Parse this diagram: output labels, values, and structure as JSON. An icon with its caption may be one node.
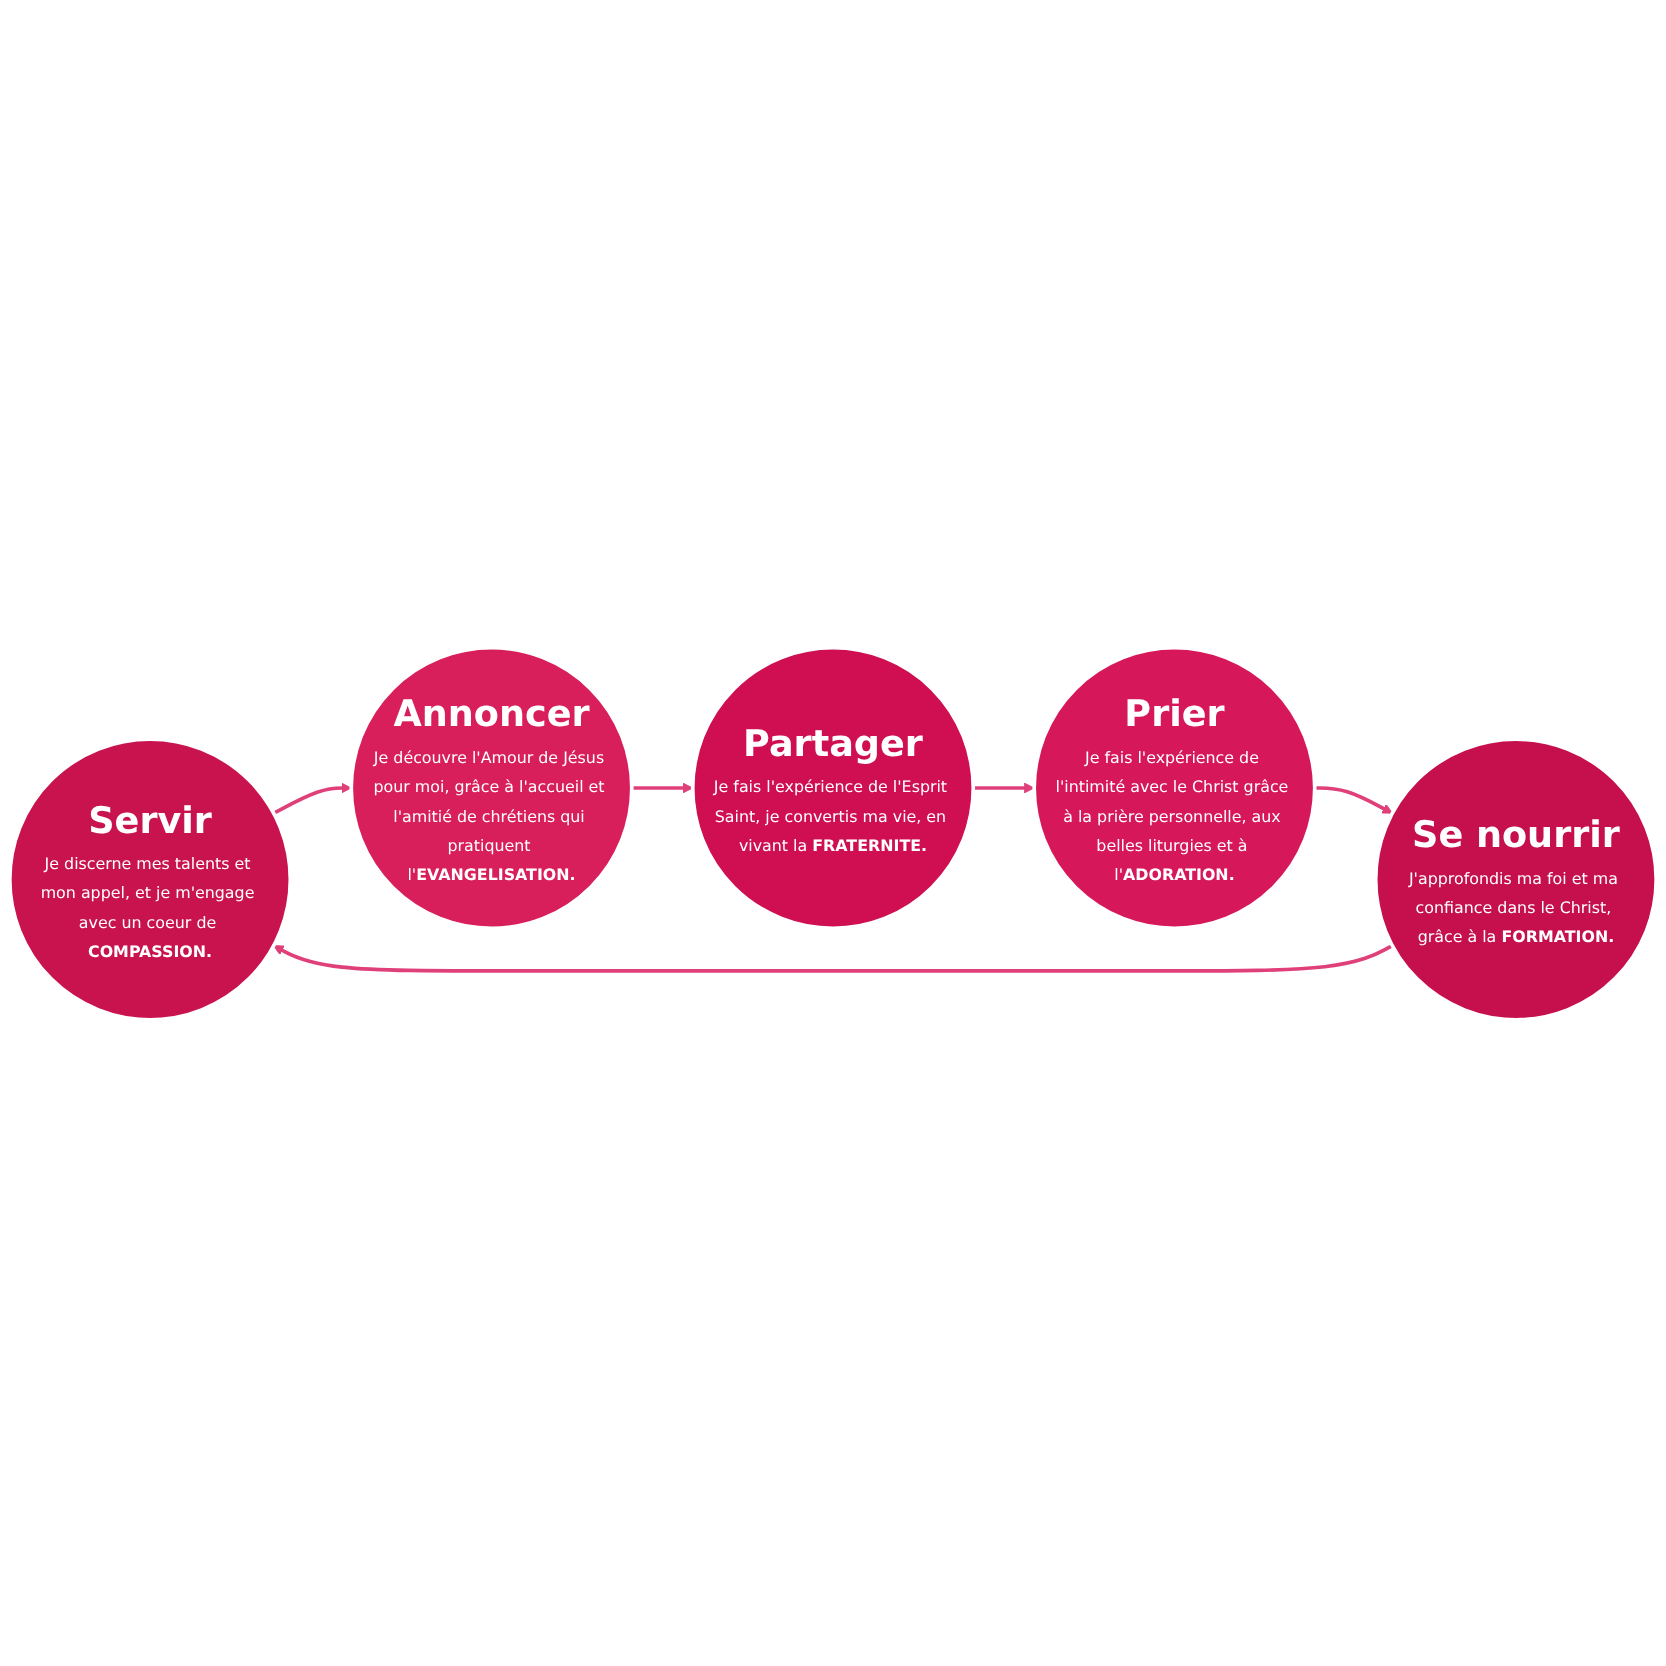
{
  "diagram": {
    "nodes": [
      {
        "text": [
          "Servir",
          "Je discerne mes talents et mon appel, et je m'engage avec un coeur de **COMPASSION.**"
        ]
      },
      {
        "text": [
          "Annoncer",
          "Je découvre l'Amour de Jésus pour moi, grâce à l'accueil et l'amitié de chrétiens qui pratiquent l'**EVANGELISATION.**"
        ]
      },
      {
        "text": [
          "Partager",
          "Je fais l'expérience de l'Esprit Saint, je convertis ma vie, en vivant la **FRATERNITE.**"
        ]
      },
      {
        "text": [
          "Prier",
          "Je fais l'expérience de l'intimité avec le Christ grâce à la prière personnelle, aux belles liturgies et à l'**ADORATION.**"
        ]
      },
      {
        "text": [
          "Se nourrir",
          "J'approfondis ma foi et ma confiance dans le Christ, grâce à la **FORMATION.**"
        ]
      }
    ],
    "edges": [
      {
        "from": 0,
        "to": 1,
        "arrow": "to"
      },
      {
        "from": 1,
        "to": 2,
        "arrow": "to"
      },
      {
        "from": 2,
        "to": 3,
        "arrow": "to"
      },
      {
        "from": 3,
        "to": 4,
        "arrow": "to"
      },
      {
        "from": 4,
        "to": 0,
        "arrow": "to"
      }
    ]
  }
}
